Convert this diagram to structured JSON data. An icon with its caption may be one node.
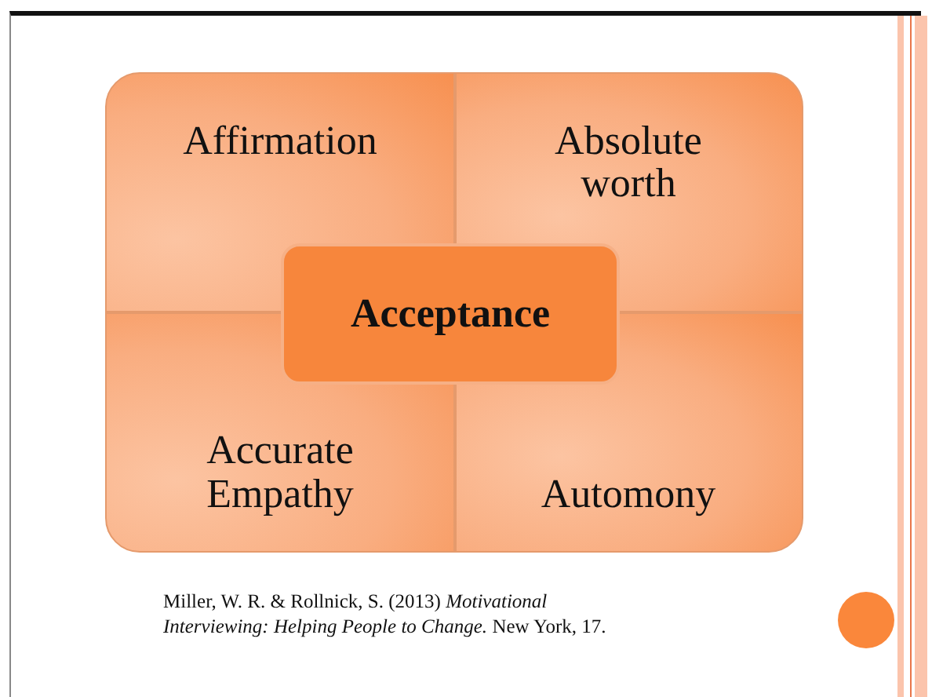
{
  "diagram": {
    "nodes": [
      {
        "text": [
          "Affirmation"
        ]
      },
      {
        "text": [
          "Absolute worth"
        ]
      },
      {
        "text": [
          "Accurate Empathy"
        ]
      },
      {
        "text": [
          "Automony"
        ]
      },
      {
        "text": [
          "Acceptance"
        ]
      }
    ],
    "labels": [
      "Miller, W. R. & Rollnick, S. (2013) *Motivational Interviewing: Helping People to Change.* New York, 17."
    ]
  }
}
